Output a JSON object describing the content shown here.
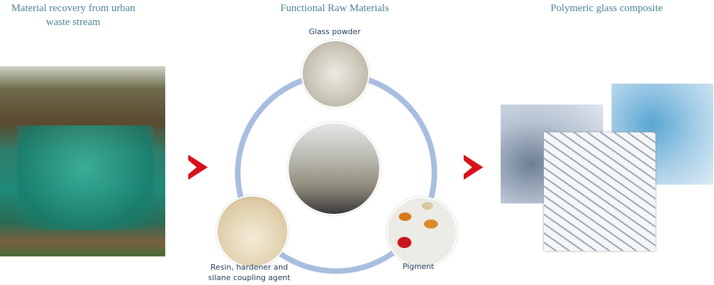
{
  "sections": {
    "left_title": "Material recovery from urban waste stream",
    "center_title": "Functional Raw Materials",
    "right_title": "Polymeric glass composite"
  },
  "materials": {
    "glass": "Glass powder",
    "resin": "Resin, hardener and silane coupling agent",
    "pigment": "Pigment"
  },
  "colors": {
    "title": "#4a7f96",
    "ring": "#a9bedf",
    "arrow": "#d8121b"
  }
}
